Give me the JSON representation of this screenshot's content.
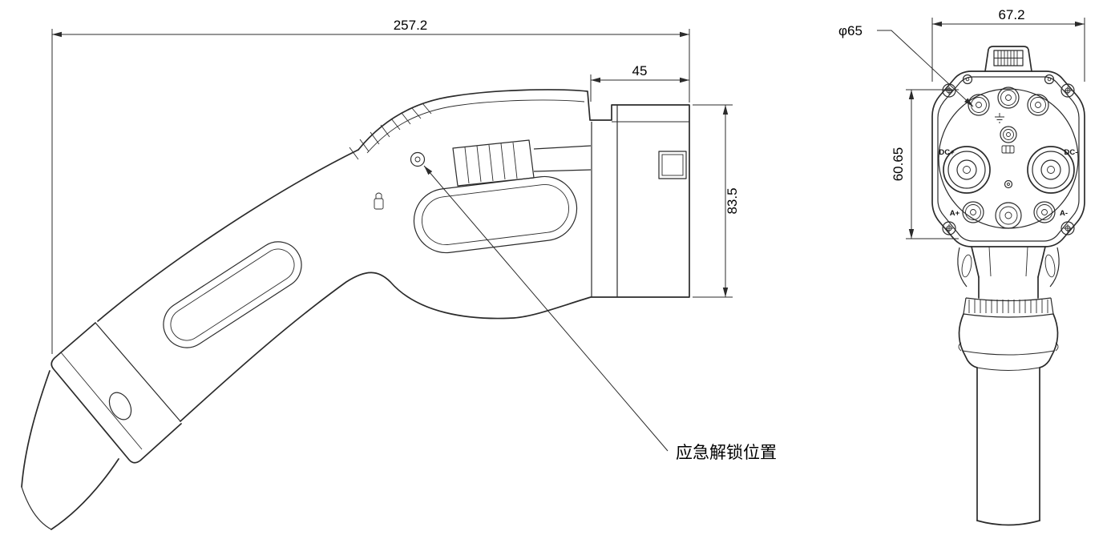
{
  "page": {
    "background": "#ffffff",
    "line_color": "#2b2b2b"
  },
  "side_view": {
    "dim_overall_length": "257.2",
    "dim_nose_length": "45",
    "dim_nose_height": "83.5",
    "unlock_label": "应急解锁位置"
  },
  "front_view": {
    "dim_width": "67.2",
    "dim_diameter": "φ65",
    "dim_pin_field_height": "60.65",
    "pins": {
      "dc_plus": "DC+",
      "dc_minus": "DC-",
      "a_plus": "A+",
      "a_minus": "A-"
    }
  }
}
